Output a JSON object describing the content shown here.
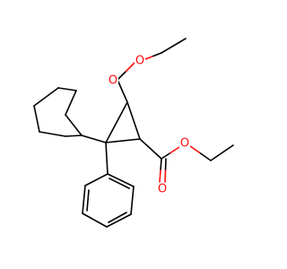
{
  "molecule": {
    "atom_labels": [
      "O",
      "O",
      "O",
      "O"
    ],
    "colors": {
      "carbon_bond": "#000000",
      "oxygen": "#ff0d0d",
      "background": "#ffffff"
    }
  }
}
